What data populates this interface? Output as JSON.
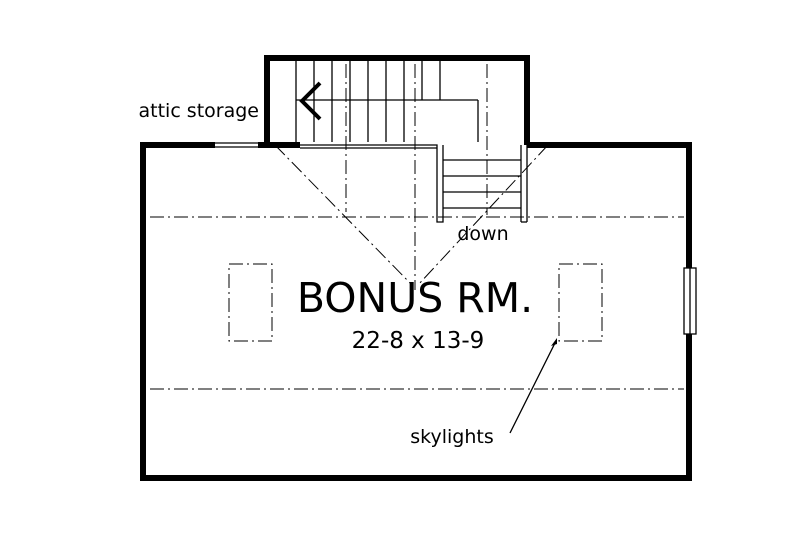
{
  "room": {
    "name": "BONUS RM.",
    "dimensions": "22-8 x 13-9"
  },
  "labels": {
    "attic_storage": "attic storage",
    "down": "down",
    "skylights": "skylights"
  },
  "colors": {
    "ink": "#000000",
    "paper": "#ffffff"
  }
}
